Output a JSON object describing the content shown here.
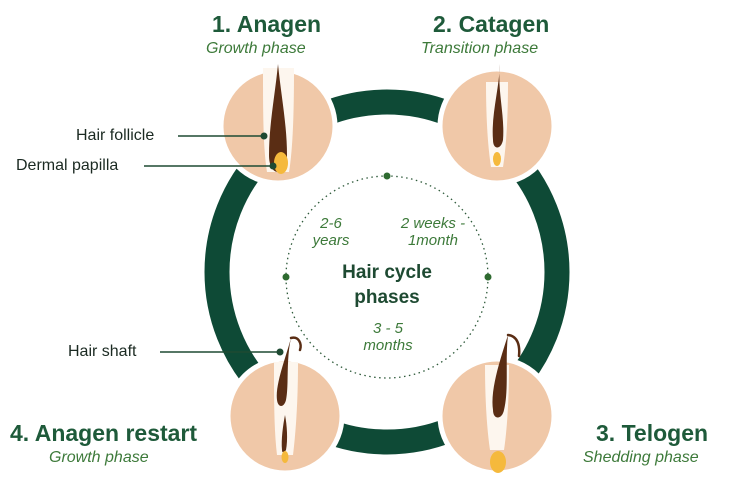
{
  "center": {
    "title": "Hair cycle phases"
  },
  "phases": [
    {
      "title": "1. Anagen",
      "subtitle": "Growth phase"
    },
    {
      "title": "2. Catagen",
      "subtitle": "Transition phase"
    },
    {
      "title": "3. Telogen",
      "subtitle": "Shedding phase"
    },
    {
      "title": "4. Anagen restart",
      "subtitle": "Growth phase"
    }
  ],
  "durations": {
    "anagen": "2-6 years",
    "catagen": "2 weeks - 1month",
    "telogen": "3 - 5 months"
  },
  "callouts": {
    "hair_follicle": "Hair follicle",
    "dermal_papilla": "Dermal papilla",
    "hair_shaft": "Hair shaft"
  },
  "colors": {
    "ring": "#0e4a36",
    "title": "#1e5a3a",
    "subtitle": "#3d7a3a",
    "skin": "#f0c8a8",
    "follicle": "#fdf6ee",
    "hair": "#5a2d14",
    "papilla": "#f5b93c"
  }
}
